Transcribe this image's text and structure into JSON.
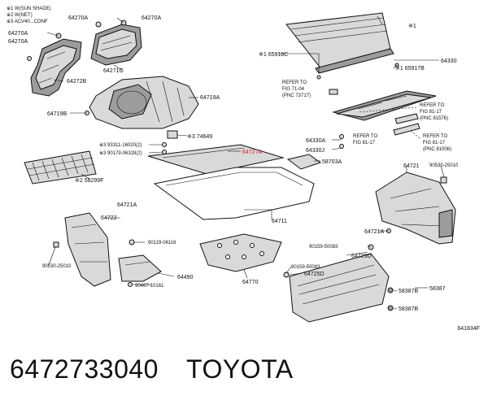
{
  "notes": {
    "n1": "※1  W(SUN SHADE)",
    "n2": "※2  W(NET)",
    "n3": "※3  ACV40...CONF"
  },
  "labels": {
    "p64270A_a": "64270A",
    "p64270A_b": "64270A",
    "p64270A_c": "64270A",
    "p64270A_d": "64270A",
    "p64272B": "64272B",
    "p64271G": "64271G",
    "p64719A": "64719A",
    "p64719B": "64719B",
    "p74649": "※3 74649",
    "p93311": "※3 93311-16020(2)",
    "p90179": "※3 90179-06328(2)",
    "p64727A": "64727A",
    "p58703A": "58703A",
    "p58299F": "※2 58299F",
    "p64711": "64711",
    "p65918C": "※1 65918C",
    "p65917B": "※1 65917B",
    "p64330": "64330",
    "p1top": "※1",
    "p64330A": "64330A",
    "p64330J": "64330J",
    "p64721": "64721",
    "p90530_25010_r": "90530-25010",
    "p64721A_l": "64721A",
    "p64722": "64722",
    "p90530_25010_l": "90530-25010",
    "p90119": "90119-06116",
    "p90467": "90467-10161",
    "p64490": "64490",
    "p64770": "64770",
    "p64721A_r": "64721A",
    "p90159_a": "90159-50083",
    "p64725D_a": "64725D",
    "p90159_b": "90159-50083",
    "p64725D_b": "64725D",
    "p58387B_a": "58387B",
    "p58387": "58387",
    "p58387B_b": "58387B"
  },
  "refs": {
    "r1": [
      "REFER TO",
      "FIG 71-04",
      "(PNC 73717)"
    ],
    "r2": [
      "REFER TO",
      "FIG 81-17",
      "(PNC 81576)"
    ],
    "r3": [
      "REFER TO",
      "FIG 81-17"
    ],
    "r4": [
      "REFER TO",
      "FIG 81-17",
      "(PNC 81006)"
    ]
  },
  "figure_code": "641834F",
  "caption": {
    "part_number": "6472733040",
    "brand": "TOYOTA"
  },
  "colors": {
    "highlight": "#d62020"
  }
}
